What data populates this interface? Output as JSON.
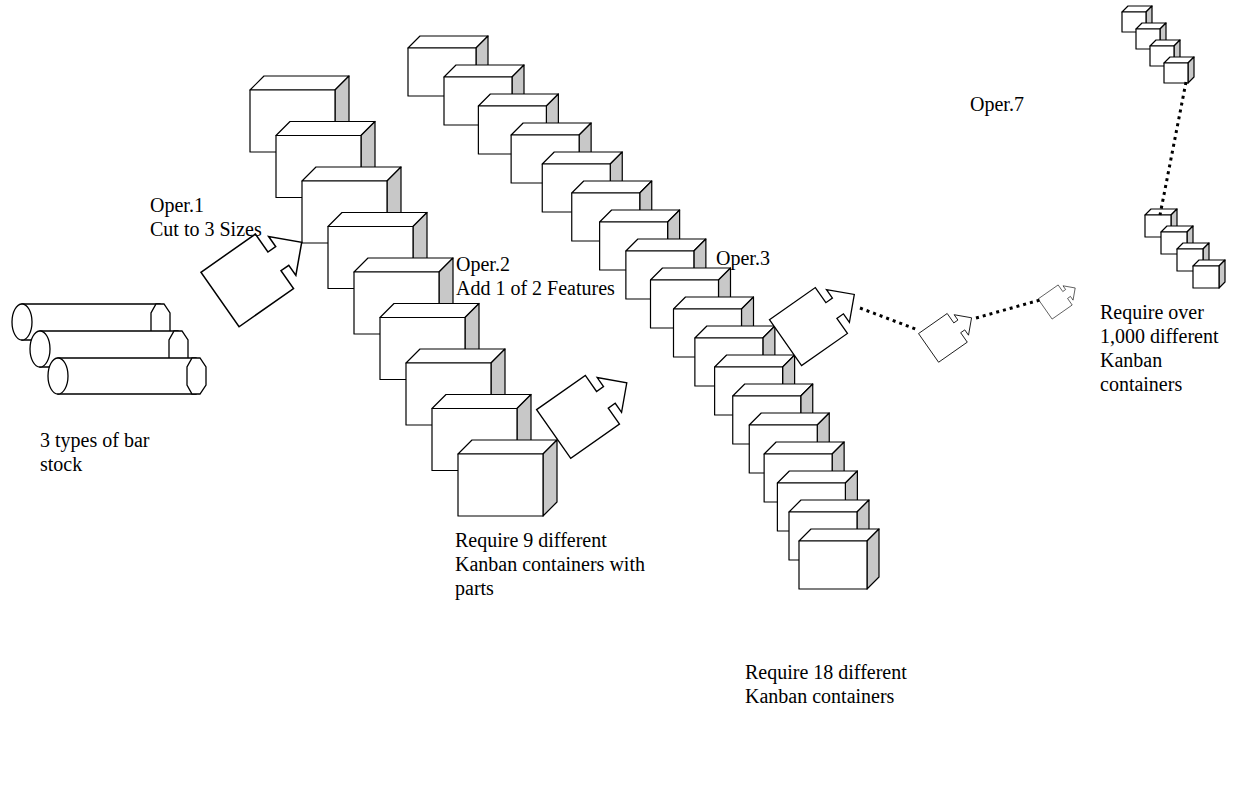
{
  "diagram": {
    "labels": [
      "3 types of bar stock",
      "Oper.1",
      "Cut to 3 Sizes",
      "Require 9 different Kanban containers with parts",
      "Oper.2",
      "Add 1 of 2 Features",
      "Require 18 different Kanban containers",
      "Oper.3",
      "Oper.7",
      "Require over 1,000 different Kanban containers"
    ]
  }
}
